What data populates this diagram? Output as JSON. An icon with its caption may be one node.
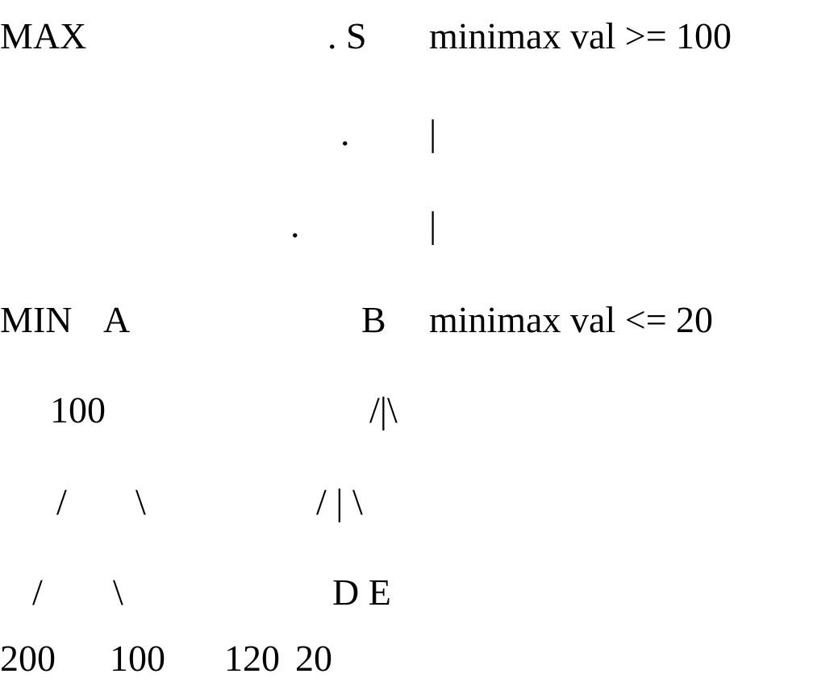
{
  "diagram": {
    "labels": [
      "MAX",
      ". S",
      "minimax val >= 100",
      ".",
      "|",
      ".",
      "|",
      "MIN",
      "A",
      "B",
      "minimax val <= 20",
      "100",
      "/|\\",
      "/",
      "\\",
      "/ | \\",
      "/",
      "\\",
      "D E",
      "200",
      "100",
      "120",
      "20"
    ]
  }
}
